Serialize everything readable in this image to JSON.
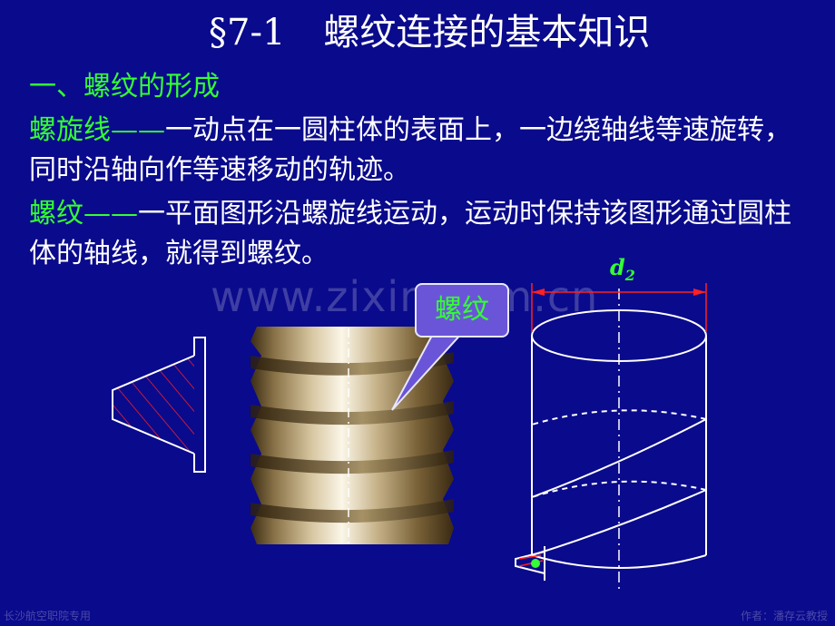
{
  "slide": {
    "section_number": "§7-1",
    "title": "螺纹连接的基本知识",
    "heading": "一、螺纹的形成",
    "para1": {
      "term": "螺旋线",
      "dash": "——",
      "text": "一动点在一圆柱体的表面上，一边绕轴线等速旋转，同时沿轴向作等速移动的轨迹。"
    },
    "para2": {
      "term": "螺纹",
      "dash": "——",
      "text": "一平面图形沿螺旋线运动，运动时保持该图形通过圆柱体的轴线，就得到螺纹。"
    },
    "callout": "螺纹",
    "dimension_label": "d",
    "dimension_sub": "2",
    "watermark": "www.zixin.com.cn",
    "footer_left": "长沙航空职院专用",
    "footer_right": "作者：潘存云教授"
  },
  "colors": {
    "background": "#0a0a8c",
    "text": "#ffffff",
    "accent_green": "#33ff33",
    "callout_fill": "#6a55d8",
    "dimension_red": "#ff2020"
  }
}
